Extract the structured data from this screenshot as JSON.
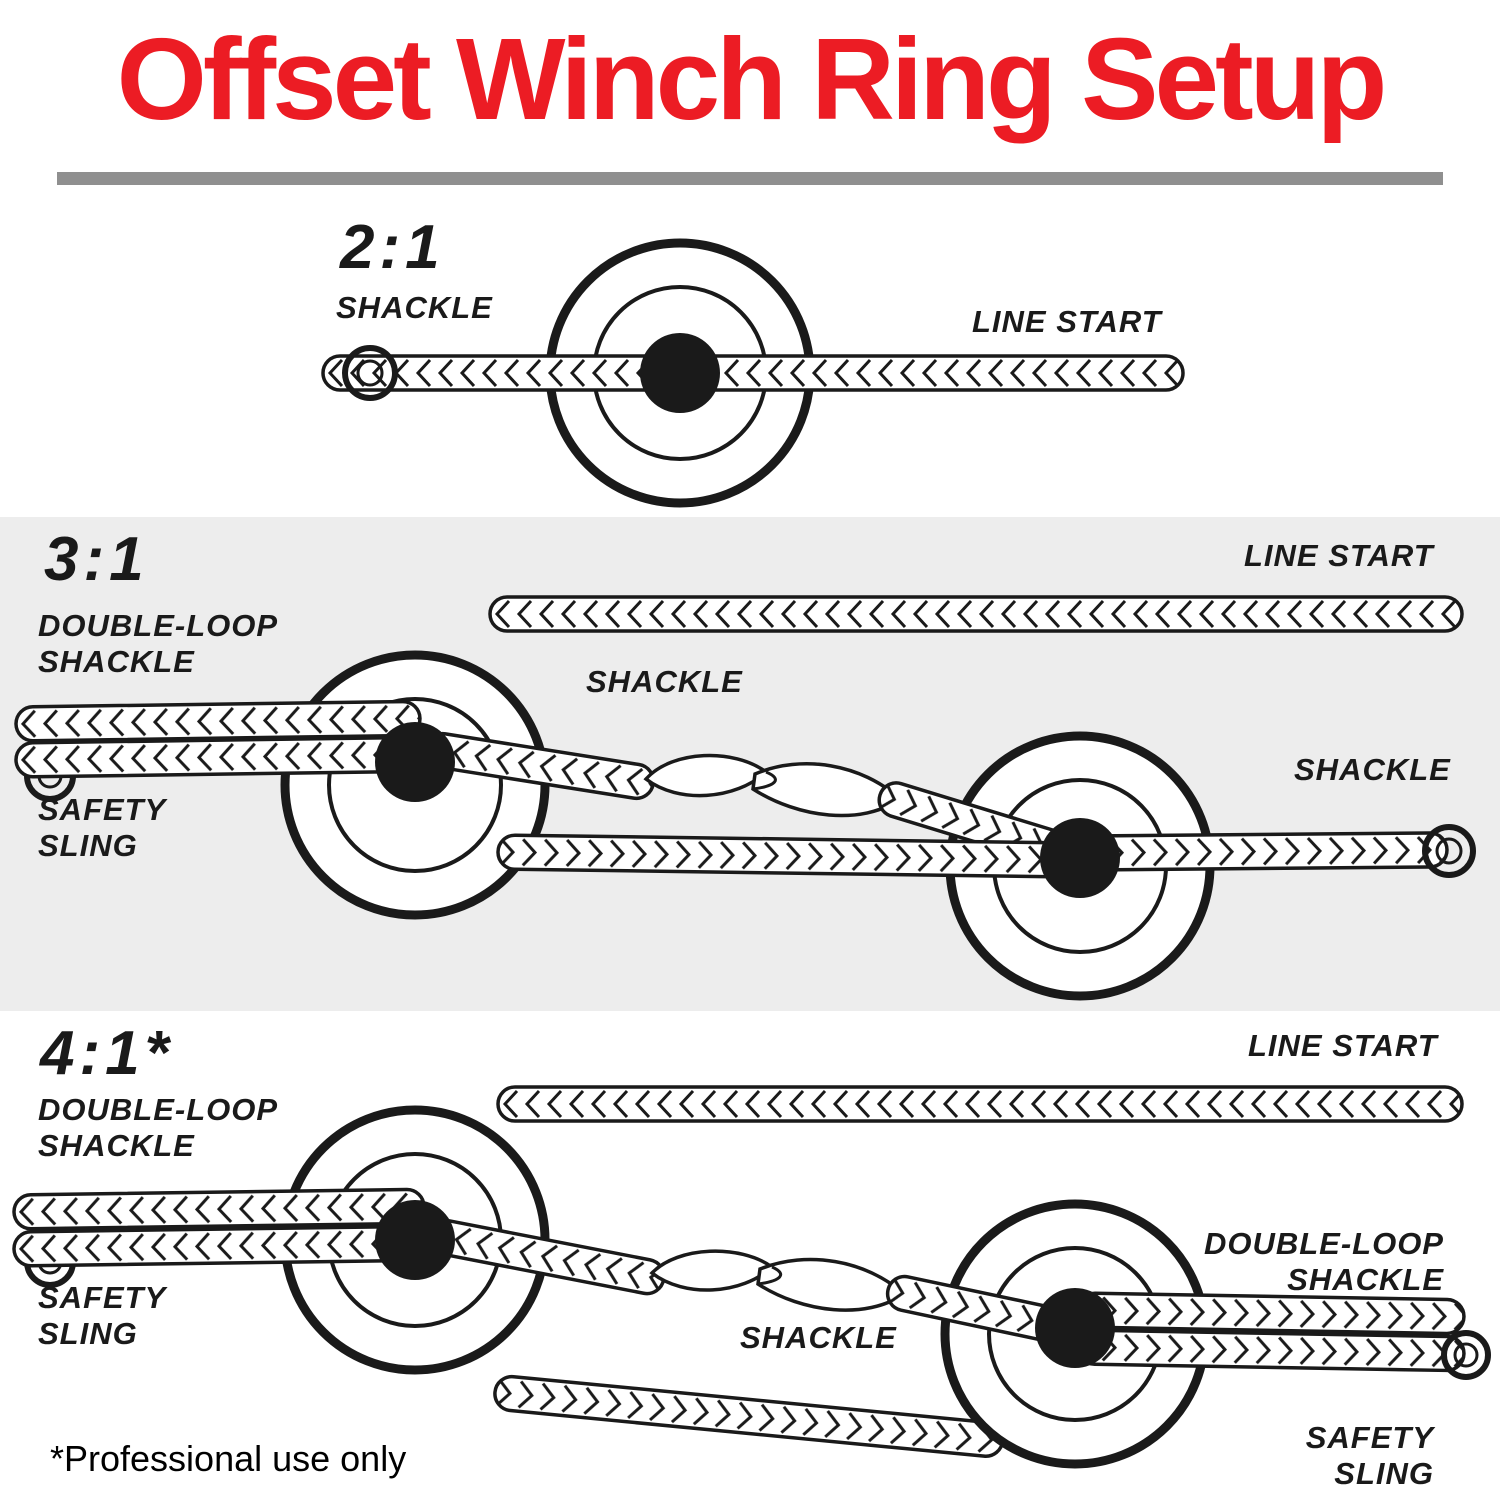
{
  "title": "Offset Winch Ring Setup",
  "footnote": "*Professional use only",
  "colors": {
    "title_red": "#ec1c24",
    "divider_gray": "#8f8f8f",
    "band_gray": "#ededed",
    "ink": "#1a1a1a",
    "paper": "#ffffff"
  },
  "sections": {
    "two_to_one": {
      "ratio": "2:1",
      "shackle_label": "SHACKLE",
      "line_start_label": "LINE START"
    },
    "three_to_one": {
      "ratio": "3:1",
      "line_start_label": "LINE START",
      "double_loop_shackle_line1": "DOUBLE-LOOP",
      "double_loop_shackle_line2": "SHACKLE",
      "safety_sling_line1": "SAFETY",
      "safety_sling_line2": "SLING",
      "middle_shackle_label": "SHACKLE",
      "right_shackle_label": "SHACKLE"
    },
    "four_to_one": {
      "ratio": "4:1*",
      "line_start_label": "LINE START",
      "left_double_loop_line1": "DOUBLE-LOOP",
      "left_double_loop_line2": "SHACKLE",
      "left_safety_sling_line1": "SAFETY",
      "left_safety_sling_line2": "SLING",
      "middle_shackle_label": "SHACKLE",
      "right_double_loop_line1": "DOUBLE-LOOP",
      "right_double_loop_line2": "SHACKLE",
      "right_safety_sling_line1": "SAFETY",
      "right_safety_sling_line2": "SLING"
    }
  }
}
